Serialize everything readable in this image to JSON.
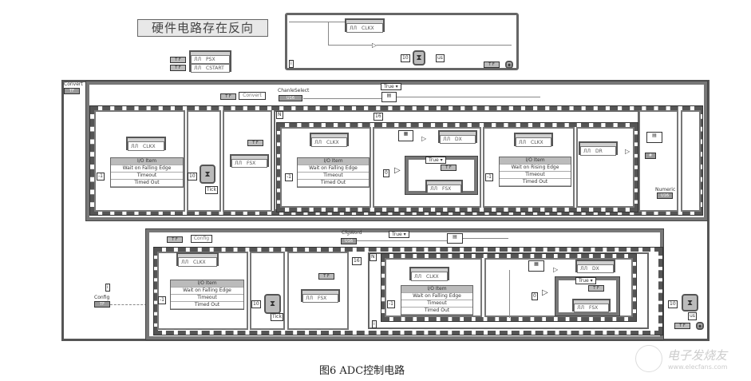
{
  "note_label": "硬件电路存在反向",
  "caption": "图6   ADC控制电路",
  "watermark": {
    "brand": "电子发烧友",
    "url": "www.elecfans.com"
  },
  "top_props": {
    "rows": [
      "PSX",
      "CSTART"
    ],
    "consts": [
      "T F",
      "T F"
    ]
  },
  "top_loop": {
    "node": "CLKX",
    "wait_ms": "10",
    "unit": "us",
    "iter": "i",
    "stop_const": "T F"
  },
  "convert": {
    "terminal_label": "Convert",
    "case_selector": "True",
    "convert_const": "T F",
    "convert_control": "Convert",
    "channel_label": "ChanleSelect",
    "frame1": {
      "node": "CLKX",
      "io": {
        "title": "I/O Item",
        "mode": "Wait on Falling Edge",
        "timeout": "Timeout",
        "timed_out": "Timed Out"
      },
      "timeout_val": "-1"
    },
    "frame2": {
      "wait": "10",
      "tick": "Tick"
    },
    "frame3": {
      "const": "T F",
      "node": "FSX"
    },
    "loop_n": "N",
    "loop_count": "16",
    "inner1": {
      "node": "CLKX",
      "io": {
        "title": "I/O Item",
        "mode": "Wait on Falling Edge",
        "timeout": "Timeout",
        "timed_out": "Timed Out"
      },
      "timeout_val": "-1"
    },
    "inner2": {
      "node": "DX",
      "zero": "0",
      "case_selector": "True",
      "case_const": "T F",
      "case_node": "FSX"
    },
    "inner3": {
      "node": "CLKX",
      "io": {
        "title": "I/O Item",
        "mode": "Wait on Rising Edge",
        "timeout": "Timeout",
        "timed_out": "Timed Out"
      },
      "timeout_val": "-1"
    },
    "inner4": {
      "node": "DR"
    },
    "numeric_label": "Numeric",
    "numeric_value": "U16"
  },
  "config": {
    "terminal_label": "Config",
    "iter": "i",
    "case_selector": "True",
    "config_const": "T F",
    "config_control": "Config",
    "cfg_label": "CfgWord",
    "cfg_value": "U16",
    "frame1": {
      "node": "CLKX",
      "io": {
        "title": "I/O Item",
        "mode": "Wait on Falling Edge",
        "timeout": "Timeout",
        "timed_out": "Timed Out"
      },
      "timeout_val": "-1"
    },
    "frame2": {
      "wait": "10",
      "tick": "Tick"
    },
    "frame3": {
      "const": "T F",
      "node": "FSX"
    },
    "loop_n": "N",
    "loop_count": "16",
    "loop_i": "i",
    "inner1": {
      "node": "CLKX",
      "io": {
        "title": "I/O Item",
        "mode": "Wait on Falling Edge",
        "timeout": "Timeout",
        "timed_out": "Timed Out"
      },
      "timeout_val": "-1"
    },
    "inner2": {
      "node": "DX",
      "zero": "0",
      "case_selector": "True",
      "case_const": "T F",
      "case_node": "FSX"
    },
    "wait": "10",
    "unit": "us",
    "stop_const": "T F"
  }
}
